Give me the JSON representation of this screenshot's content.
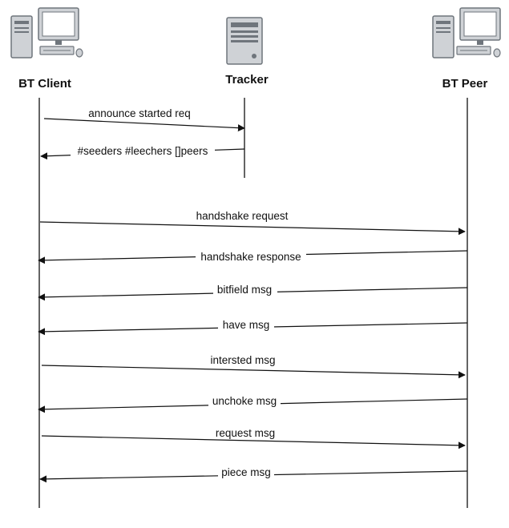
{
  "actors": [
    {
      "id": "client",
      "label": "BT Client",
      "icon": "desktop-computer-icon"
    },
    {
      "id": "tracker",
      "label": "Tracker",
      "icon": "server-tower-icon"
    },
    {
      "id": "peer",
      "label": "BT Peer",
      "icon": "desktop-computer-icon"
    }
  ],
  "messages": [
    {
      "label": "announce started req",
      "from": "client",
      "to": "tracker"
    },
    {
      "label": "#seeders #leechers []peers",
      "from": "tracker",
      "to": "client"
    },
    {
      "label": "handshake request",
      "from": "client",
      "to": "peer"
    },
    {
      "label": "handshake response",
      "from": "peer",
      "to": "client"
    },
    {
      "label": "bitfield msg",
      "from": "peer",
      "to": "client"
    },
    {
      "label": "have msg",
      "from": "peer",
      "to": "client"
    },
    {
      "label": "intersted msg",
      "from": "client",
      "to": "peer"
    },
    {
      "label": "unchoke msg",
      "from": "peer",
      "to": "client"
    },
    {
      "label": "request msg",
      "from": "client",
      "to": "peer"
    },
    {
      "label": "piece msg",
      "from": "peer",
      "to": "client"
    }
  ],
  "colors": {
    "line": "#111111",
    "icon_body": "#cfd2d6",
    "icon_dark": "#6f757c"
  }
}
